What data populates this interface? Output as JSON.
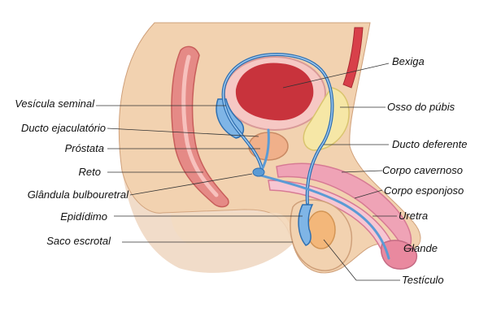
{
  "colors": {
    "skin": "#f2d2b0",
    "skin_shadow": "#e3b994",
    "skin_edge": "#cfa07a",
    "tissue": "#f6dfca",
    "bladder_wall": "#f6c8c4",
    "bladder_lumen": "#c8333c",
    "vessel_blue": "#5b9bd5",
    "vessel_blue_dark": "#2f6fb0",
    "bone": "#f6e7a6",
    "rectum": "#e58a86",
    "pink": "#efa3b6",
    "pink_dark": "#d77a94",
    "testis": "#f3b77a",
    "leader_line": "#333333"
  },
  "labels": {
    "bexiga": "Bexiga",
    "vesicula_seminal": "Vesícula seminal",
    "osso_pubis": "Osso do púbis",
    "ducto_ejaculatorio": "Ducto ejaculatório",
    "prostata": "Próstata",
    "ducto_deferente": "Ducto deferente",
    "reto": "Reto",
    "corpo_cavernoso": "Corpo cavernoso",
    "glandula_bulbouretral": "Glândula bulbouretral",
    "corpo_esponjoso": "Corpo esponjoso",
    "epididimo": "Epidídimo",
    "uretra": "Uretra",
    "saco_escrotal": "Saco escrotal",
    "glande": "Glande",
    "testiculo": "Testículo"
  }
}
